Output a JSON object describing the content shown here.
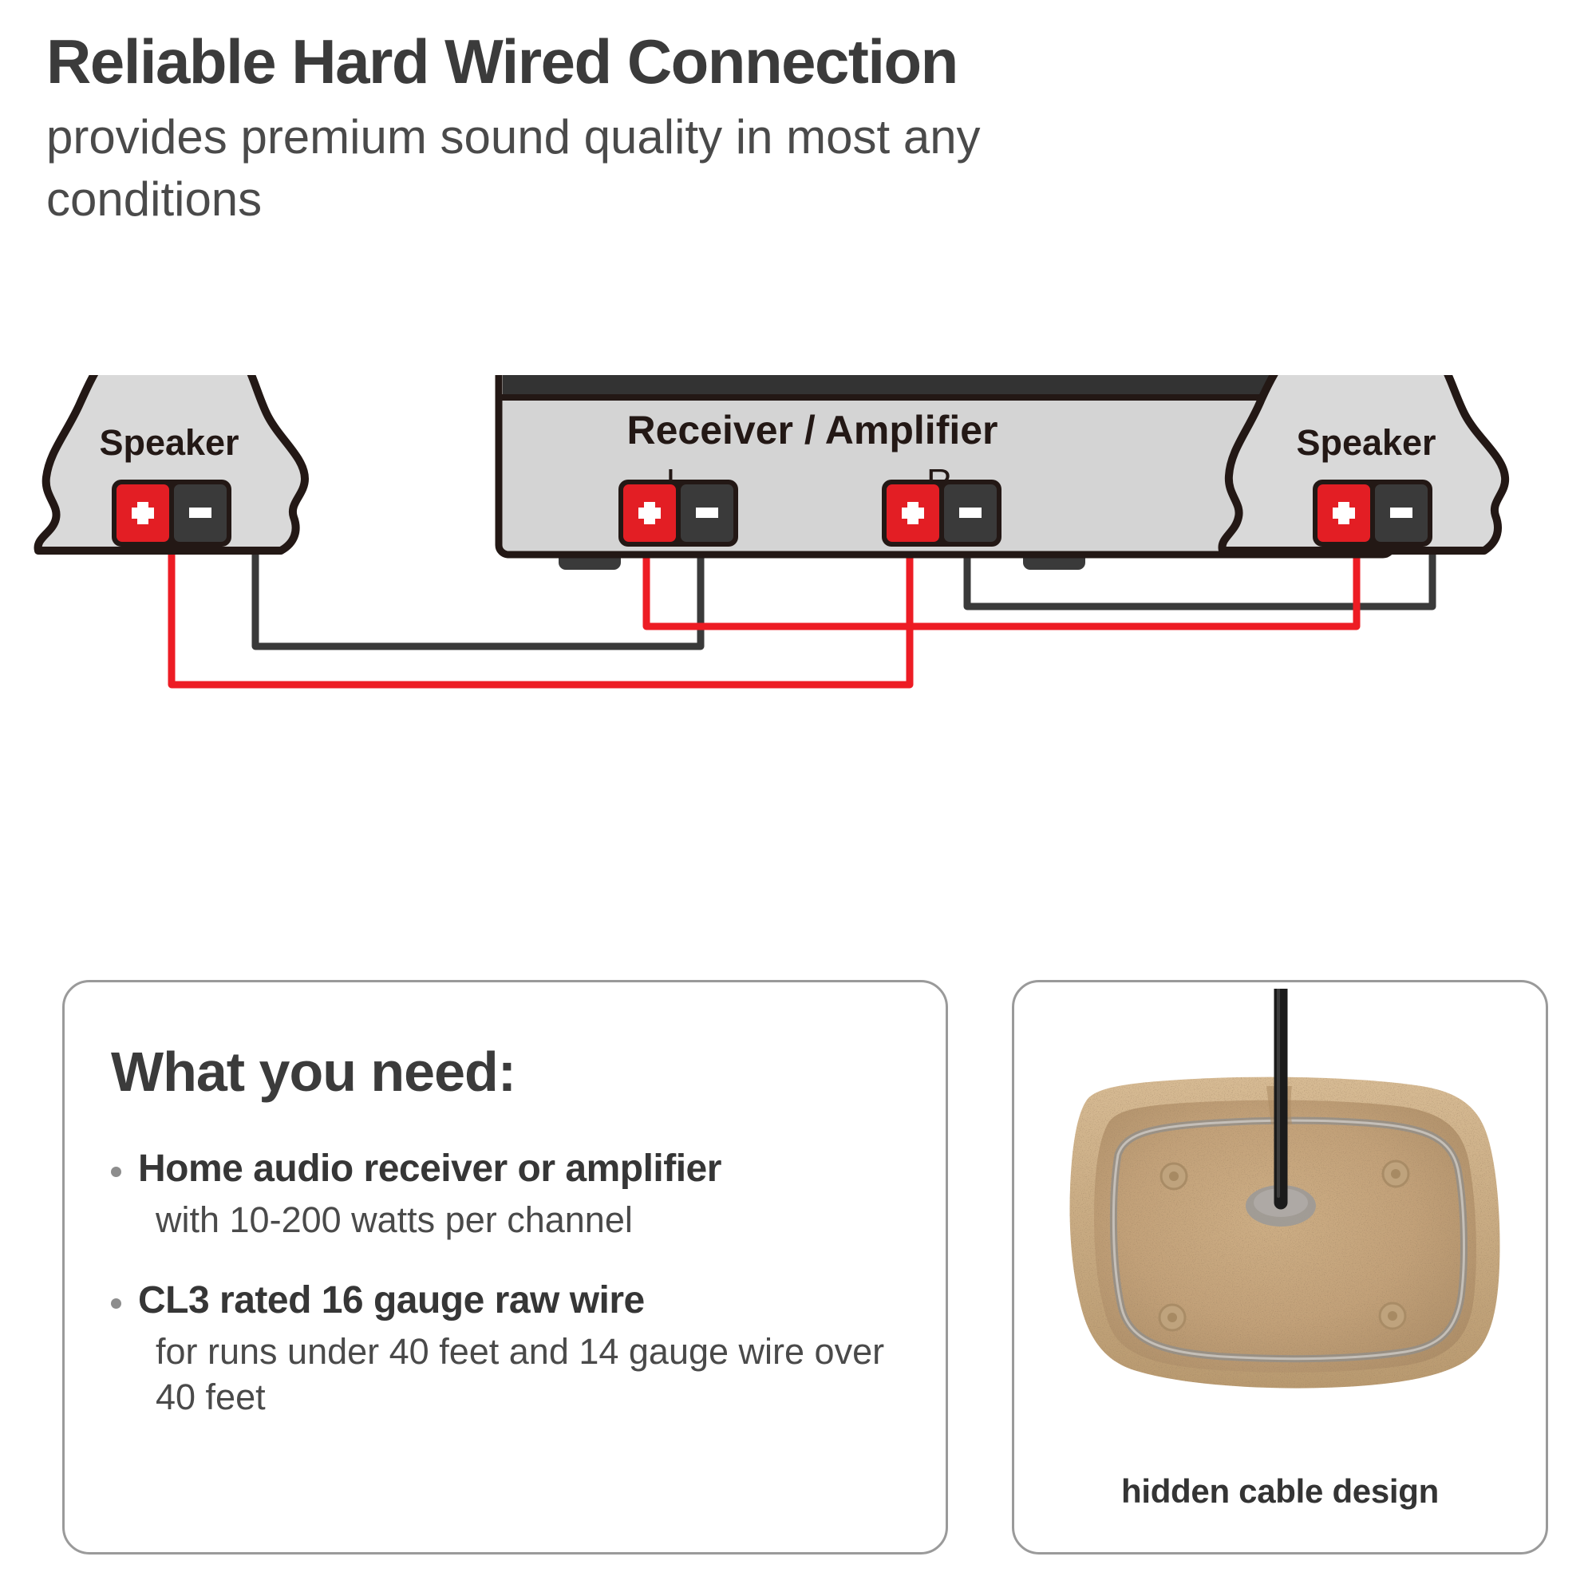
{
  "header": {
    "title": "Reliable Hard Wired Connection",
    "subtitle": "provides premium sound quality in most any conditions"
  },
  "diagram": {
    "receiver_label": "Receiver / Amplifier",
    "channel_left_label": "L",
    "channel_right_label": "R",
    "speaker_left_label": "Speaker",
    "speaker_right_label": "Speaker",
    "terminal_positive": "+",
    "terminal_negative": "−",
    "colors": {
      "positive_terminal": "#e31e24",
      "negative_terminal": "#3a3a3a",
      "positive_wire": "#ed1c24",
      "negative_wire": "#3a3a3a",
      "body_fill": "#d4d4d4",
      "body_top": "#333333",
      "outline": "#231815"
    }
  },
  "needs_card": {
    "title": "What you need:",
    "items": [
      {
        "headline": "Home audio receiver or amplifier",
        "detail": "with 10-200 watts per channel"
      },
      {
        "headline": "CL3 rated 16 gauge raw wire",
        "detail": "for runs under 40 feet and 14 gauge wire over 40 feet"
      }
    ]
  },
  "photo_card": {
    "caption": "hidden cable design"
  }
}
